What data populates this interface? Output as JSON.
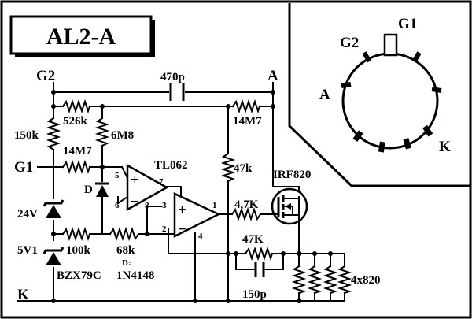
{
  "title": "AL2-A",
  "nodes": {
    "g2": "G2",
    "a": "A",
    "g1": "G1",
    "k": "K"
  },
  "components": {
    "c_470p": "470p",
    "r_526k": "526k",
    "r_150k": "150k",
    "r_6m8": "6M8",
    "r_14m7_top": "14M7",
    "r_14m7_g1": "14M7",
    "r_47k_vert": "47k",
    "diode_d": "D",
    "tl062": "TL062",
    "zener_24v": "24V",
    "zener_5v1": "5V1",
    "r_100k": "100k",
    "r_68k": "68k",
    "diode_d2": "D:",
    "diode_model": "1N4148",
    "zener_model": "BZX79C",
    "r_4_7k": "4,7K",
    "r_47k_fb": "47K",
    "c_150p": "150p",
    "mosfet": "IRF820",
    "r_4x820": "4x820"
  },
  "pins": {
    "u1_p5": "5",
    "u1_p6": "6",
    "u1_p7": "7",
    "u1_p8": "8",
    "u2_p3": "3",
    "u2_p2": "2",
    "u2_p1": "1",
    "u2_p4": "4"
  },
  "tube": {
    "g1": "G1",
    "g2": "G2",
    "a": "A",
    "k": "K"
  }
}
